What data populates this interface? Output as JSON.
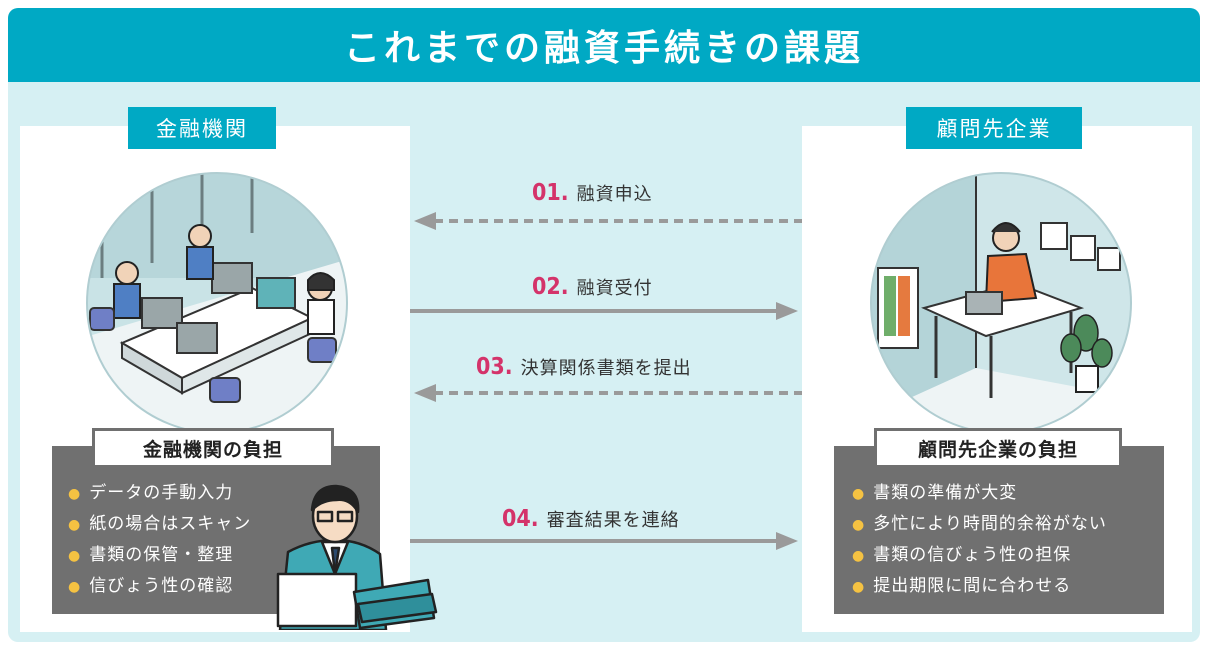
{
  "title": "これまでの融資手続きの課題",
  "left": {
    "label": "金融機関",
    "burden_title": "金融機関の負担",
    "burden_items": [
      "データの手動入力",
      "紙の場合はスキャン",
      "書類の保管・整理",
      "信びょう性の確認"
    ]
  },
  "right": {
    "label": "顧問先企業",
    "burden_title": "顧問先企業の負担",
    "burden_items": [
      "書類の準備が大変",
      "多忙により時間的余裕がない",
      "書類の信びょう性の担保",
      "提出期限に間に合わせる"
    ]
  },
  "steps": [
    {
      "num": "01.",
      "text": "融資申込",
      "direction": "right-to-left",
      "style": "dashed"
    },
    {
      "num": "02.",
      "text": "融資受付",
      "direction": "left-to-right",
      "style": "solid"
    },
    {
      "num": "03.",
      "text": "決算関係書類を提出",
      "direction": "right-to-left",
      "style": "dashed"
    },
    {
      "num": "04.",
      "text": "審査結果を連絡",
      "direction": "left-to-right",
      "style": "solid"
    }
  ],
  "colors": {
    "header": "#00a9c4",
    "background": "#d6f0f3",
    "step_number": "#d4336a",
    "arrow": "#9a9a9a",
    "burden_box": "#707070",
    "bullet": "#f5c242"
  },
  "icons": [
    "office-workers-illustration",
    "remote-worker-illustration",
    "banker-with-documents-illustration"
  ]
}
